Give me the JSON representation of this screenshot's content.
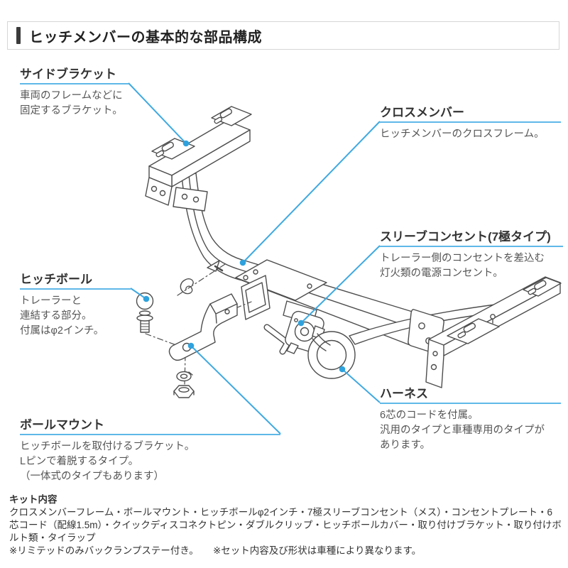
{
  "title": {
    "text": "ヒッチメンバーの基本的な部品構成"
  },
  "callouts": {
    "side_bracket": {
      "title": "サイドブラケット",
      "desc": "車両のフレームなどに\n固定するブラケット。"
    },
    "cross_member": {
      "title": "クロスメンバー",
      "desc": "ヒッチメンバーのクロスフレーム。"
    },
    "sleeve_outlet": {
      "title": "スリーブコンセント(7極タイプ)",
      "desc": "トレーラー側のコンセントを差込む\n灯火類の電源コンセント。"
    },
    "hitch_ball": {
      "title": "ヒッチボール",
      "desc": "トレーラーと\n連結する部分。\n付属はφ2インチ。"
    },
    "harness": {
      "title": "ハーネス",
      "desc": "6芯のコードを付属。\n汎用のタイプと車種専用のタイプが\nあります。"
    },
    "ball_mount": {
      "title": "ボールマウント",
      "desc": "ヒッチボールを取付けるブラケット。\nLピンで着脱するタイプ。\n（一体式のタイプもあります）"
    }
  },
  "kit": {
    "heading": "キット内容",
    "body": "クロスメンバーフレーム・ボールマウント・ヒッチボールφ2インチ・7極スリーブコンセント（メス）・コンセントプレート・6芯コード（配線1.5m）・クイックディスコネクトピン・ダブルクリップ・ヒッチボールカバー・取り付けブラケット・取り付けボルト類・タイラップ",
    "note": "※リミテッドのみバックランプステー付き。　　※セット内容及び形状は車種により異なります。"
  },
  "colors": {
    "callout_line": "#3FA9E1",
    "callout_dot": "#2FA2DD",
    "callout_underline": "#5FB8E8",
    "line_art": "#4D4D4D",
    "accent_bar": "#3B3B3B"
  }
}
